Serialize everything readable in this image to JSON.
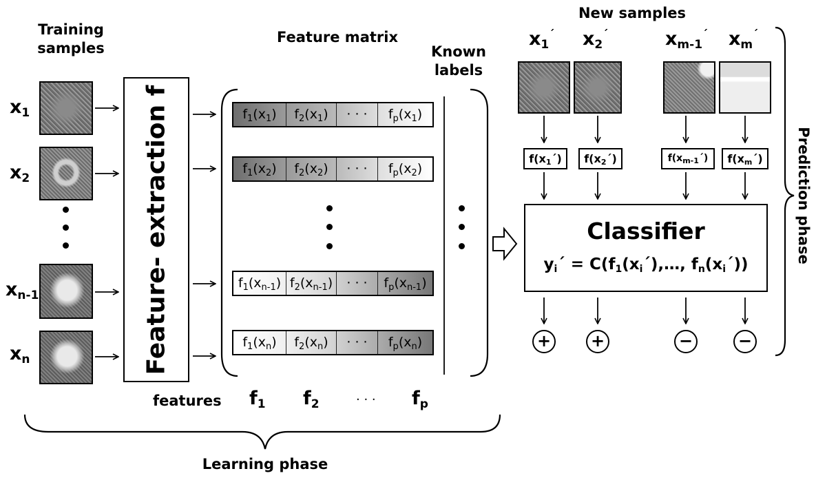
{
  "headings": {
    "training": "Training samples",
    "feature_matrix": "Feature matrix",
    "known_labels": "Known labels",
    "new_samples": "New samples",
    "feature_extraction": "Feature- extraction f",
    "features": "features",
    "learning_phase": "Learning phase",
    "prediction_phase": "Prediction phase"
  },
  "training_samples": [
    {
      "base": "x",
      "sub": "1"
    },
    {
      "base": "x",
      "sub": "2"
    },
    {
      "base": "x",
      "sub": "n-1"
    },
    {
      "base": "x",
      "sub": "n"
    }
  ],
  "feature_rows": [
    {
      "cells": [
        {
          "fn": "f",
          "fs": "1",
          "arg": "x",
          "as": "1"
        },
        {
          "fn": "f",
          "fs": "2",
          "arg": "x",
          "as": "1"
        },
        {
          "ellipsis": "· · ·"
        },
        {
          "fn": "f",
          "fs": "p",
          "arg": "x",
          "as": "1"
        }
      ],
      "shade": "dark"
    },
    {
      "cells": [
        {
          "fn": "f",
          "fs": "1",
          "arg": "x",
          "as": "2"
        },
        {
          "fn": "f",
          "fs": "2",
          "arg": "x",
          "as": "2"
        },
        {
          "ellipsis": "· · ·"
        },
        {
          "fn": "f",
          "fs": "p",
          "arg": "x",
          "as": "2"
        }
      ],
      "shade": "dark"
    },
    {
      "cells": [
        {
          "fn": "f",
          "fs": "1",
          "arg": "x",
          "as": "n-1"
        },
        {
          "fn": "f",
          "fs": "2",
          "arg": "x",
          "as": "n-1"
        },
        {
          "ellipsis": "· · ·"
        },
        {
          "fn": "f",
          "fs": "p",
          "arg": "x",
          "as": "n-1"
        }
      ],
      "shade": "light"
    },
    {
      "cells": [
        {
          "fn": "f",
          "fs": "1",
          "arg": "x",
          "as": "n"
        },
        {
          "fn": "f",
          "fs": "2",
          "arg": "x",
          "as": "n"
        },
        {
          "ellipsis": "· · ·"
        },
        {
          "fn": "f",
          "fs": "p",
          "arg": "x",
          "as": "n"
        }
      ],
      "shade": "light"
    }
  ],
  "feature_labels": [
    {
      "base": "f",
      "sub": "1"
    },
    {
      "base": "f",
      "sub": "2"
    },
    {
      "ellipsis": "· · ·"
    },
    {
      "base": "f",
      "sub": "p"
    }
  ],
  "new_samples": [
    {
      "base": "x",
      "sub": "1",
      "prime": "´",
      "feature": "f(x",
      "feature_sub": "1",
      "feature_end": "´)",
      "label": "+"
    },
    {
      "base": "x",
      "sub": "2",
      "prime": "´",
      "feature": "f(x",
      "feature_sub": "2",
      "feature_end": "´)",
      "label": "+"
    },
    {
      "base": "x",
      "sub": "m-1",
      "prime": "´",
      "feature": "f(x",
      "feature_sub": "m-1",
      "feature_end": "´)",
      "label": "−"
    },
    {
      "base": "x",
      "sub": "m",
      "prime": "´",
      "feature": "f(x",
      "feature_sub": "m",
      "feature_end": "´)",
      "label": "−"
    }
  ],
  "classifier": {
    "title": "Classifier",
    "formula": {
      "y": "y",
      "y_sub": "i",
      "lhs_end": "´ = C(f",
      "f1_sub": "1",
      "mid1": "(x",
      "xi_sub": "i",
      "mid2": "´),…, f",
      "fn_sub": "n",
      "mid3": "(x",
      "xi2_sub": "i",
      "end": "´))"
    }
  }
}
